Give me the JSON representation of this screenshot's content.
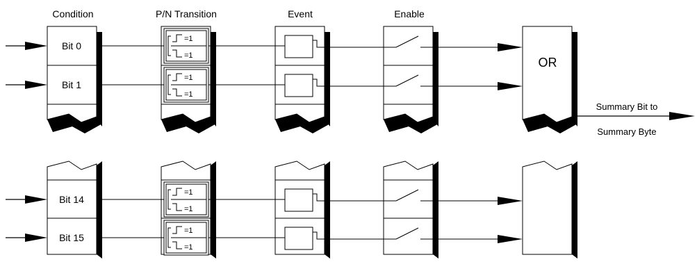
{
  "headers": {
    "condition": "Condition",
    "transition": "P/N Transition",
    "event": "Event",
    "enable": "Enable"
  },
  "bits": {
    "b0": "Bit 0",
    "b1": "Bit 1",
    "b14": "Bit 14",
    "b15": "Bit 15"
  },
  "transition_label": "=1",
  "or_label": "OR",
  "summary": {
    "line1": "Summary Bit to",
    "line2": "Summary Byte"
  }
}
